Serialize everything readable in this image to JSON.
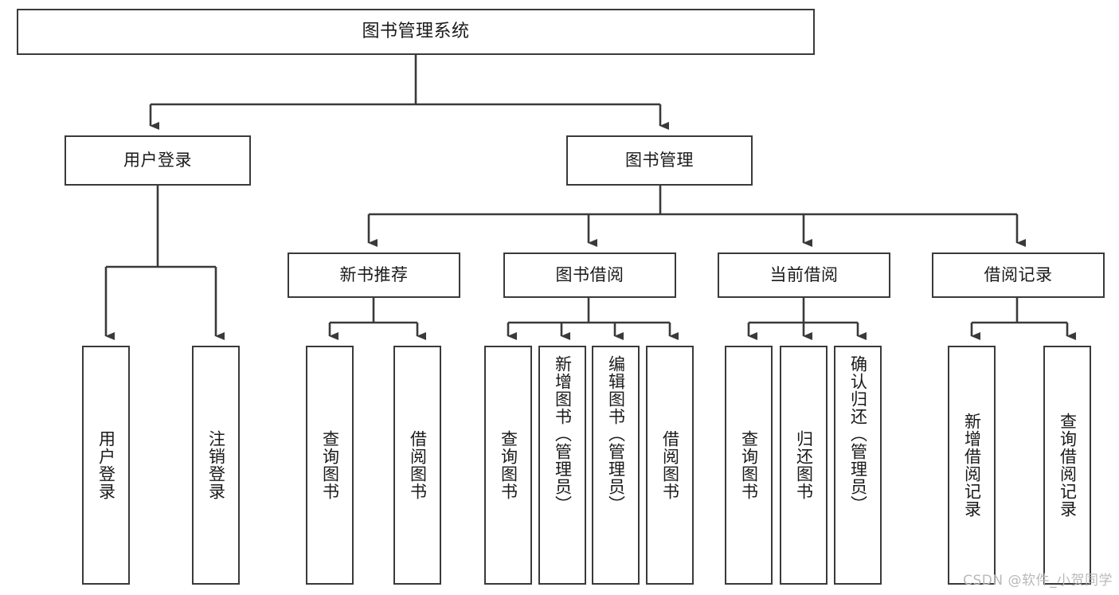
{
  "diagram": {
    "type": "tree",
    "title": "图书管理系统",
    "watermark": "CSDN @软件_小贺同学",
    "colors": {
      "box_border": "#3a3a3a",
      "box_fill": "#ffffff",
      "connector": "#3a3a3a",
      "text": "#1a1a1a",
      "watermark": "#b9b9b9",
      "background": "#ffffff"
    },
    "nodes": {
      "root": {
        "label": "图书管理系统"
      },
      "level2": [
        {
          "id": "user-login",
          "label": "用户登录"
        },
        {
          "id": "book-manage",
          "label": "图书管理"
        }
      ],
      "level3": [
        {
          "id": "new-book-recommend",
          "label": "新书推荐"
        },
        {
          "id": "book-borrow",
          "label": "图书借阅"
        },
        {
          "id": "current-borrow",
          "label": "当前借阅"
        },
        {
          "id": "borrow-record",
          "label": "借阅记录"
        }
      ],
      "leaves": {
        "user-login": [
          {
            "id": "leaf-user-login",
            "label": "用户登录"
          },
          {
            "id": "leaf-logout-login",
            "label": "注销登录"
          }
        ],
        "new-book-recommend": [
          {
            "id": "leaf-query-book-1",
            "label": "查询图书"
          },
          {
            "id": "leaf-borrow-book-1",
            "label": "借阅图书"
          }
        ],
        "book-borrow": [
          {
            "id": "leaf-query-book-2",
            "label": "查询图书"
          },
          {
            "id": "leaf-add-book",
            "label": "新增图书（管理员）"
          },
          {
            "id": "leaf-edit-book",
            "label": "编辑图书（管理员）"
          },
          {
            "id": "leaf-borrow-book-2",
            "label": "借阅图书"
          }
        ],
        "current-borrow": [
          {
            "id": "leaf-query-book-3",
            "label": "查询图书"
          },
          {
            "id": "leaf-return-book",
            "label": "归还图书"
          },
          {
            "id": "leaf-confirm-return",
            "label": "确认归还（管理员）"
          }
        ],
        "borrow-record": [
          {
            "id": "leaf-add-record",
            "label": "新增借阅记录"
          },
          {
            "id": "leaf-query-record",
            "label": "查询借阅记录"
          }
        ]
      }
    }
  }
}
